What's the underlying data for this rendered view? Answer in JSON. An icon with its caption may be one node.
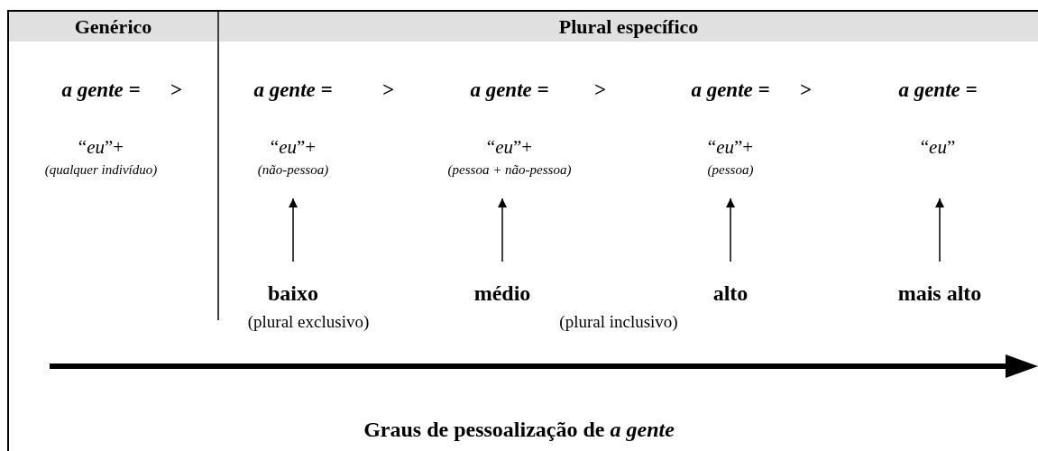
{
  "diagram": {
    "caption": "Graus de pessoalização de *a gente*",
    "nodes": [
      {
        "text": [
          "Genérico"
        ]
      },
      {
        "text": [
          "Plural específico"
        ]
      },
      {
        "text": [
          "a gente =",
          "“*eu*”+",
          "(qualquer indivíduo)"
        ]
      },
      {
        "text": [
          "a gente =",
          "“*eu*”+",
          "(não-pessoa)"
        ]
      },
      {
        "text": [
          "a gente =",
          "“*eu*”+",
          "(pessoa + não-pessoa)"
        ]
      },
      {
        "text": [
          "a gente =",
          "“*eu*”+",
          "(pessoa)"
        ]
      },
      {
        "text": [
          "a gente =",
          "“*eu*”"
        ]
      },
      {
        "text": [
          "baixo"
        ]
      },
      {
        "text": [
          "médio"
        ]
      },
      {
        "text": [
          "alto"
        ]
      },
      {
        "text": [
          "mais alto"
        ]
      }
    ],
    "edges": [
      {
        "from": 7,
        "to": 3,
        "arrow": "to"
      },
      {
        "from": 8,
        "to": 4,
        "arrow": "to"
      },
      {
        "from": 9,
        "to": 5,
        "arrow": "to"
      },
      {
        "from": 10,
        "to": 6,
        "arrow": "to"
      }
    ],
    "labels": [
      ">",
      ">",
      ">",
      ">",
      "(plural exclusivo)",
      "(plural inclusivo)"
    ]
  }
}
